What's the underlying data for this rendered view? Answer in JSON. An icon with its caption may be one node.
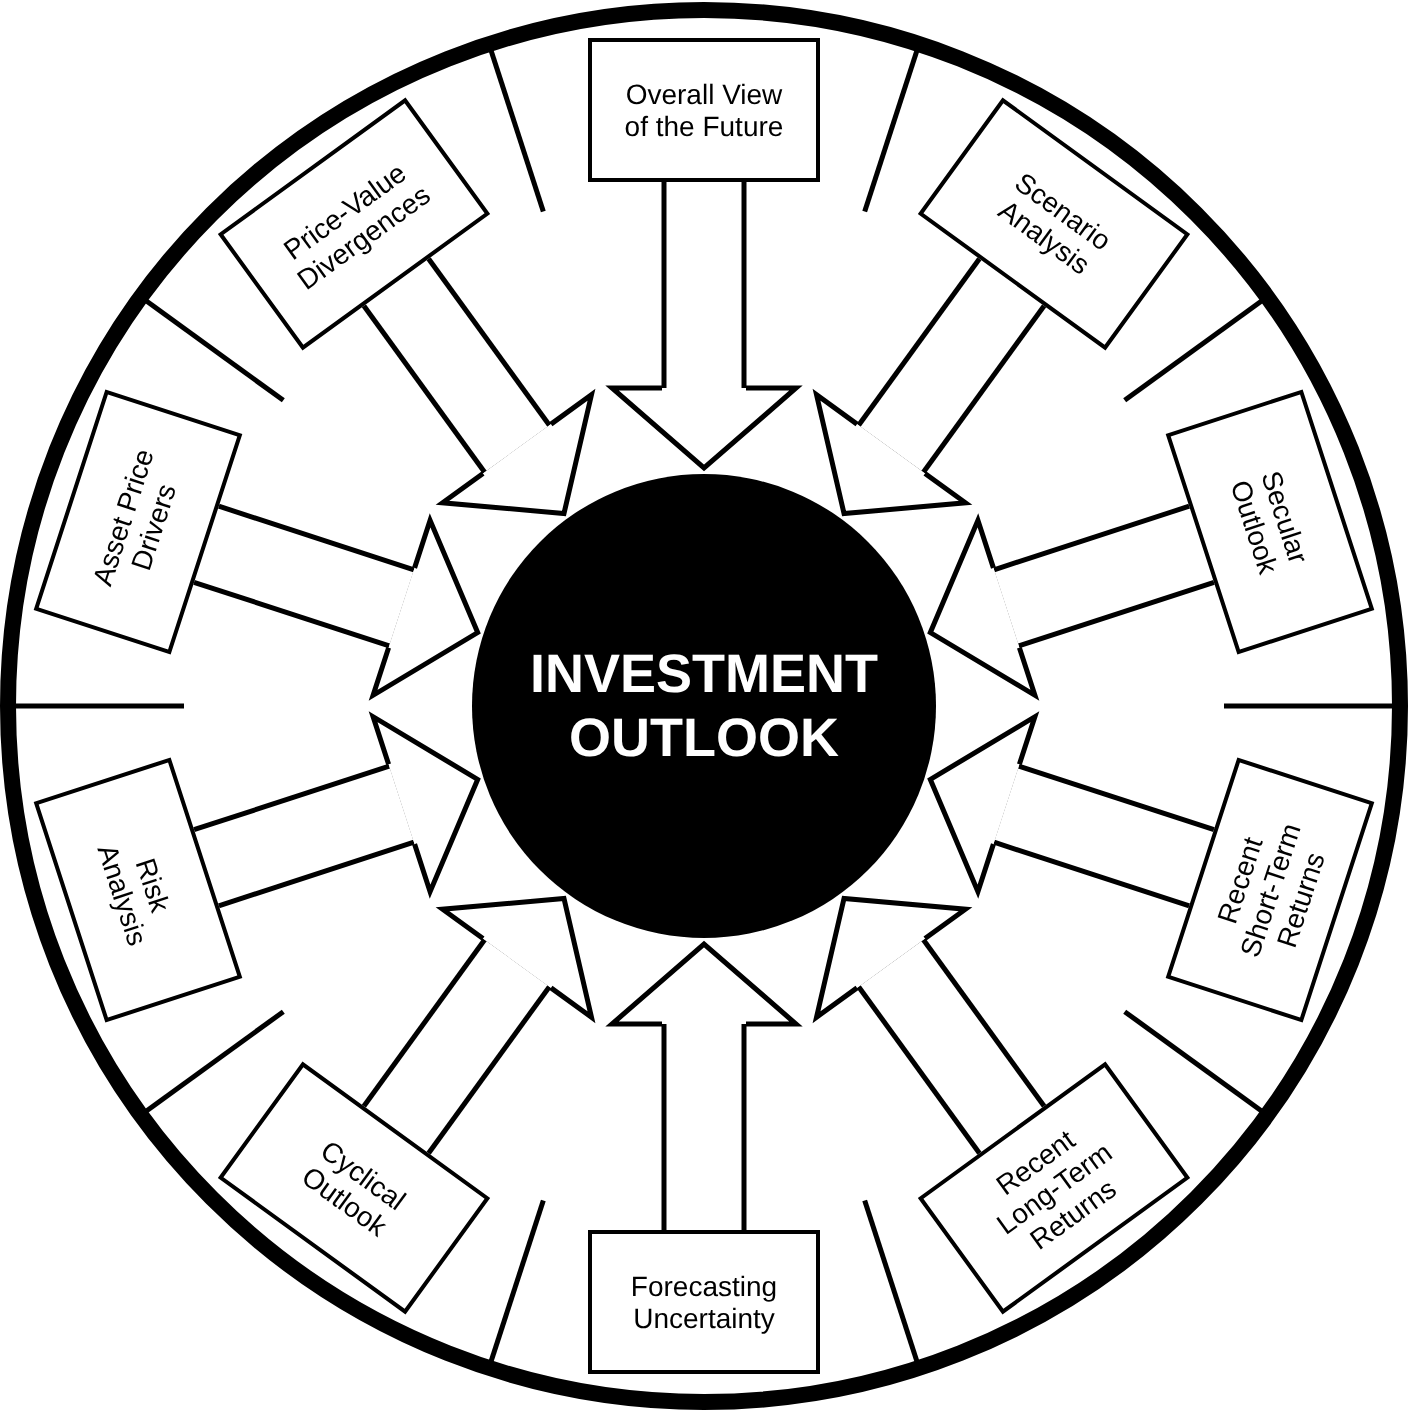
{
  "diagram": {
    "nodes": [
      {
        "text": [
          "Overall View of the Future"
        ]
      },
      {
        "text": [
          "Scenario Analysis"
        ]
      },
      {
        "text": [
          "Secular Outlook"
        ]
      },
      {
        "text": [
          "Recent Short-Term Returns"
        ]
      },
      {
        "text": [
          "Recent Long-Term Returns"
        ]
      },
      {
        "text": [
          "Forecasting Uncertainty"
        ]
      },
      {
        "text": [
          "Cyclical Outlook"
        ]
      },
      {
        "text": [
          "Risk Analysis"
        ]
      },
      {
        "text": [
          "Asset Price Drivers"
        ]
      },
      {
        "text": [
          "Price-Value Divergences"
        ]
      },
      {
        "text": [
          "INVESTMENT OUTLOOK"
        ]
      }
    ],
    "edges": [
      {
        "from": 0,
        "to": 10,
        "arrow": "to"
      },
      {
        "from": 1,
        "to": 10,
        "arrow": "to"
      },
      {
        "from": 2,
        "to": 10,
        "arrow": "to"
      },
      {
        "from": 3,
        "to": 10,
        "arrow": "to"
      },
      {
        "from": 4,
        "to": 10,
        "arrow": "to"
      },
      {
        "from": 5,
        "to": 10,
        "arrow": "to"
      },
      {
        "from": 6,
        "to": 10,
        "arrow": "to"
      },
      {
        "from": 7,
        "to": 10,
        "arrow": "to"
      },
      {
        "from": 8,
        "to": 10,
        "arrow": "to"
      },
      {
        "from": 9,
        "to": 10,
        "arrow": "to"
      }
    ]
  }
}
